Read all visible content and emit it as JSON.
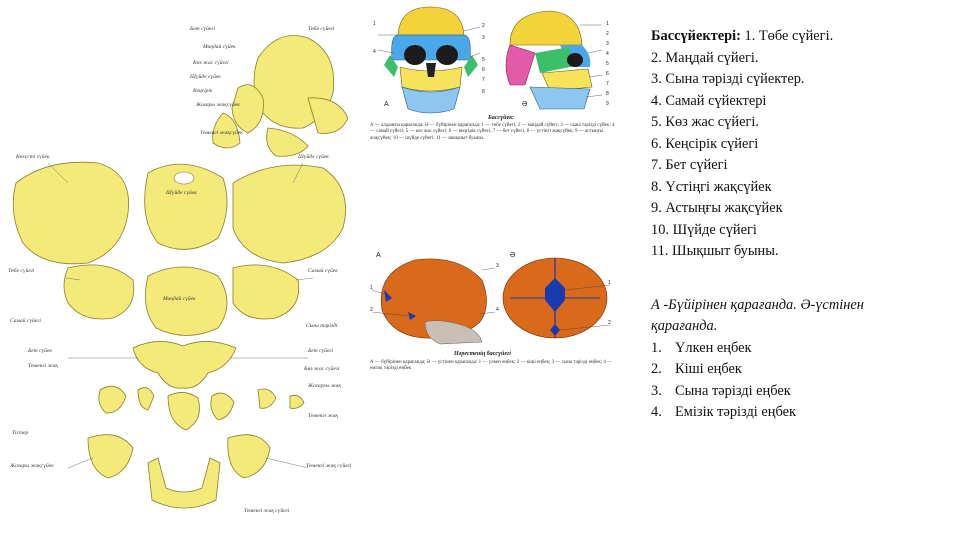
{
  "bones_panel": {
    "labels_left": [
      "Көзүстi сүйек",
      "Бет сүйегі",
      "Маңдай сүйек",
      "Көз жас сүйегі",
      "Шүйде сүйек",
      "Кеңсірік",
      "Жоғары жақсүйек",
      "Төменгі жақсүйек",
      "Төбе сүйегі",
      "Самай сүйегі",
      "Бет сүйек",
      "Төменгі жақ",
      "Жоғары жақсүйек",
      "Тістер"
    ],
    "labels_right": [
      "Шүйде сүйек",
      "Төбе сүйегі",
      "Самай сүйек",
      "Сына тәрізді",
      "Бет сүйегі",
      "Көз жас сүйегі",
      "Жоғарғы жақ",
      "Төменгі жақ",
      "Төменгі жақ сүйегі"
    ],
    "center_labels": [
      "Шүйде сүйек",
      "Маңдай сүйек",
      "Төменгі жақ сүйегі"
    ]
  },
  "skull_front": {
    "letter_a": "А",
    "letter_b": "Ә",
    "numbers_left": [
      "1",
      "2",
      "3",
      "4",
      "5",
      "6",
      "7",
      "8"
    ],
    "numbers_right": [
      "1",
      "2",
      "3",
      "4",
      "5",
      "6",
      "7",
      "8",
      "9"
    ],
    "caption_title": "Бассүйек:",
    "caption": "А — алдыңғы қарағанда; Ә — бүйірінен қарағанда: 1 — төбе сүйегі; 2 — маңдай сүйегі; 3 — сына тәрізді сүйек; 4 — самай сүйегі; 5 — көз жас сүйегі; 6 — кеңсірік сүйегі; 7 — бет сүйегі; 8 — үстіңгі жақсүйек; 9 — астыңғы жақсүйек; 10 — шүйде сүйегі; 11 — шықшыт буыны."
  },
  "skull_newborn": {
    "letter_a": "А",
    "letter_b": "Ә",
    "numbers": [
      "1",
      "2",
      "3",
      "4",
      "1",
      "2"
    ],
    "caption_title": "Нәрестенің бассүйегі",
    "caption": "А — бүйірінен қарағанда; Ә — үстінен қарағанда: 1 — үлкен еңбек; 2 — кіші еңбек; 3 — сына тәрізді еңбек; 4 — емізік тәрізді еңбек"
  },
  "text": {
    "heading_bold": "Бассүйектері:",
    "heading_rest": " 1. Төбе сүйегі.",
    "items": [
      "2. Маңдай сүйегі.",
      "3. Сына тәрізді сүйектер.",
      "4. Самай сүйектері",
      "5. Көз жас сүйегі.",
      "6. Кеңсірік сүйегі",
      "7. Бет сүйегі",
      "8. Үстіңгі жақсүйек",
      "9. Астыңғы жақсүйек",
      "10. Шүйде сүйегі",
      "11. Шықшыт буыны."
    ],
    "subtitle": "А -Бүйірінен қарағанда. Ә-үстінен қарағанда.",
    "list": [
      {
        "n": "1.",
        "t": "Үлкен еңбек"
      },
      {
        "n": "2.",
        "t": "Кіші еңбек"
      },
      {
        "n": "3.",
        "t": "Сына тәрізді еңбек"
      },
      {
        "n": "4.",
        "t": "Емізік тәрізді еңбек"
      }
    ]
  },
  "colors": {
    "bone_fill": "#f3ea7a",
    "bone_stroke": "#8a7d2a",
    "parietal": "#f3d23a",
    "frontal_blue": "#4aa8e8",
    "temporal_pink": "#e35aa8",
    "sphenoid_green": "#3cbf6a",
    "maxilla_yellow": "#f7e35a",
    "mandible_blue": "#8ec6f0",
    "newborn_orange": "#d96a1c",
    "fontanel_blue": "#1a3ab0"
  }
}
